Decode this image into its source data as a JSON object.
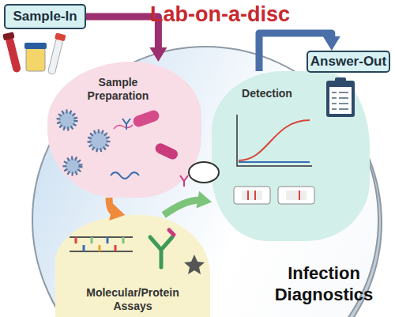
{
  "diagram": {
    "title": "Lab-on-a-disc",
    "nodes": [
      {
        "text": [
          "Sample-In"
        ]
      },
      {
        "text": [
          "Infection Diagnostics"
        ]
      },
      {
        "text": [
          "Sample Preparation"
        ],
        "in": 1
      },
      {
        "text": [
          "Molecular/Protein Assays"
        ],
        "in": 1
      },
      {
        "text": [
          "Detection"
        ],
        "in": 1
      },
      {
        "text": [
          "Answer-Out"
        ]
      }
    ],
    "edges": [
      {
        "from": 0,
        "to": 2,
        "arrow": "to"
      },
      {
        "from": 2,
        "to": 3,
        "arrow": "to"
      },
      {
        "from": 3,
        "to": 4,
        "arrow": "to"
      },
      {
        "from": 4,
        "to": 5,
        "arrow": "to"
      }
    ]
  }
}
